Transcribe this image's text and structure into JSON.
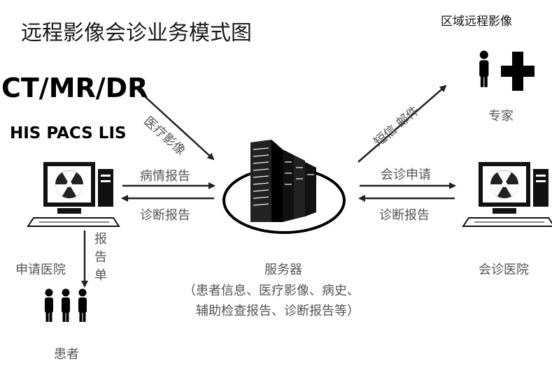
{
  "diagram": {
    "title": "远程影像会诊业务模式图",
    "corner_title": "区域远程影像",
    "modalities": "CT/MR/DR",
    "systems": "HIS PACS LIS",
    "arrow_labels": {
      "images": "医疗影像",
      "sms_mail": "短信 邮件",
      "case_report": "病情报告",
      "diag_report_left": "诊断报告",
      "consult_request": "会诊申请",
      "diag_report_right": "诊断报告",
      "report_sheet": "报告单"
    },
    "nodes": {
      "requesting_hospital": "申请医院",
      "patients": "患者",
      "server": "服务器",
      "server_detail_line1": "（患者信息、医疗影像、病史、",
      "server_detail_line2": "辅助检查报告、诊断报告等）",
      "consulting_hospital": "会诊医院",
      "experts": "专家"
    }
  }
}
